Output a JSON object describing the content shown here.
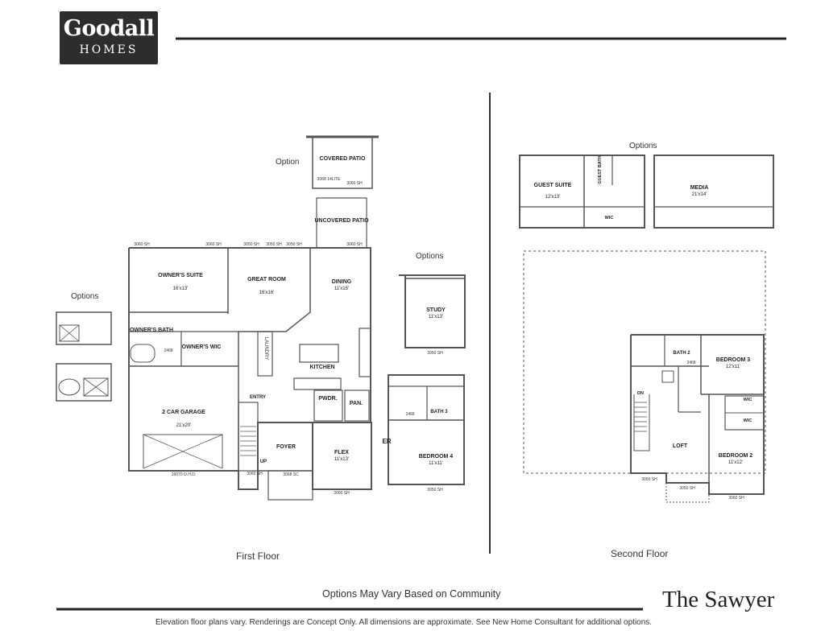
{
  "brand": {
    "logo_line1": "Goodall",
    "logo_line2": "HOMES"
  },
  "plan_name": "The Sawyer",
  "community_note": "Options May Vary Based on Community",
  "disclaimer": "Elevation floor plans vary. Renderings are Concept Only. All dimensions are approximate. See New Home Consultant for additional options.",
  "first_floor": {
    "caption": "First Floor",
    "option_labels": {
      "patio": "Option",
      "study": "Options",
      "bath": "Options"
    },
    "rooms": {
      "covered_patio": "COVERED PATIO",
      "uncovered_patio": "UNCOVERED PATIO",
      "owners_suite": "OWNER'S SUITE",
      "owners_suite_dim": "16'x13'",
      "great_room": "GREAT ROOM",
      "great_room_dim": "16'x16'",
      "dining": "DINING",
      "dining_dim": "11'x15'",
      "owners_bath": "OWNER'S BATH",
      "owners_wic": "OWNER'S WIC",
      "laundry": "LAUNDRY",
      "kitchen": "KITCHEN",
      "entry": "ENTRY",
      "pwdr": "PWDR.",
      "pan": "PAN.",
      "garage": "2 CAR GARAGE",
      "garage_dim": "21'x20'",
      "foyer": "FOYER",
      "flex": "FLEX",
      "flex_dim": "11'x13'",
      "study": "STUDY",
      "study_dim": "11'x13'",
      "bath3": "BATH 3",
      "bedroom4": "BEDROOM 4",
      "bedroom4_dim": "11'x11'",
      "up": "UP",
      "er": "ER"
    },
    "notes": {
      "garage_door": "16070 O.H.D.",
      "w3060": "3060 SH",
      "w3050": "3050 SH",
      "d3068": "3068 SC",
      "d2468": "2468",
      "litelabel": "3068 14LITE"
    }
  },
  "second_floor": {
    "caption": "Second Floor",
    "option_label": "Options",
    "rooms": {
      "guest_suite": "GUEST SUITE",
      "guest_suite_dim": "12'x13'",
      "guest_bath": "GUEST BATH",
      "media": "MEDIA",
      "media_dim": "21'x14'",
      "wic": "WIC",
      "bath2": "BATH 2",
      "bedroom3": "BEDROOM 3",
      "bedroom3_dim": "12'x11'",
      "loft": "LOFT",
      "bedroom2": "BEDROOM 2",
      "bedroom2_dim": "11'x12'",
      "dn": "DN"
    },
    "notes": {
      "w3050": "3050 SH",
      "w3060": "3060 SH",
      "d2468": "2468"
    }
  }
}
